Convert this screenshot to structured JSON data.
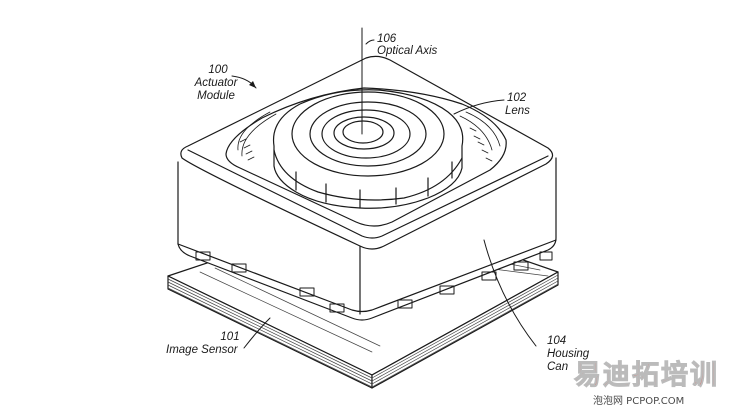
{
  "labels": {
    "optical_axis": {
      "num": "106",
      "text": "Optical Axis"
    },
    "actuator_module": {
      "num": "100",
      "line1": "Actuator",
      "line2": "Module"
    },
    "lens": {
      "num": "102",
      "text": "Lens"
    },
    "image_sensor": {
      "num": "101",
      "text": "Image Sensor"
    },
    "housing_can": {
      "num": "104",
      "line1": "Housing",
      "line2": "Can"
    }
  },
  "watermark": {
    "brand_cn": "易迪拓培训",
    "site": "泡泡网 PCPOP.COM",
    "color": "#e8463c"
  },
  "colors": {
    "ink": "#1a1a1a",
    "paper": "#ffffff"
  }
}
